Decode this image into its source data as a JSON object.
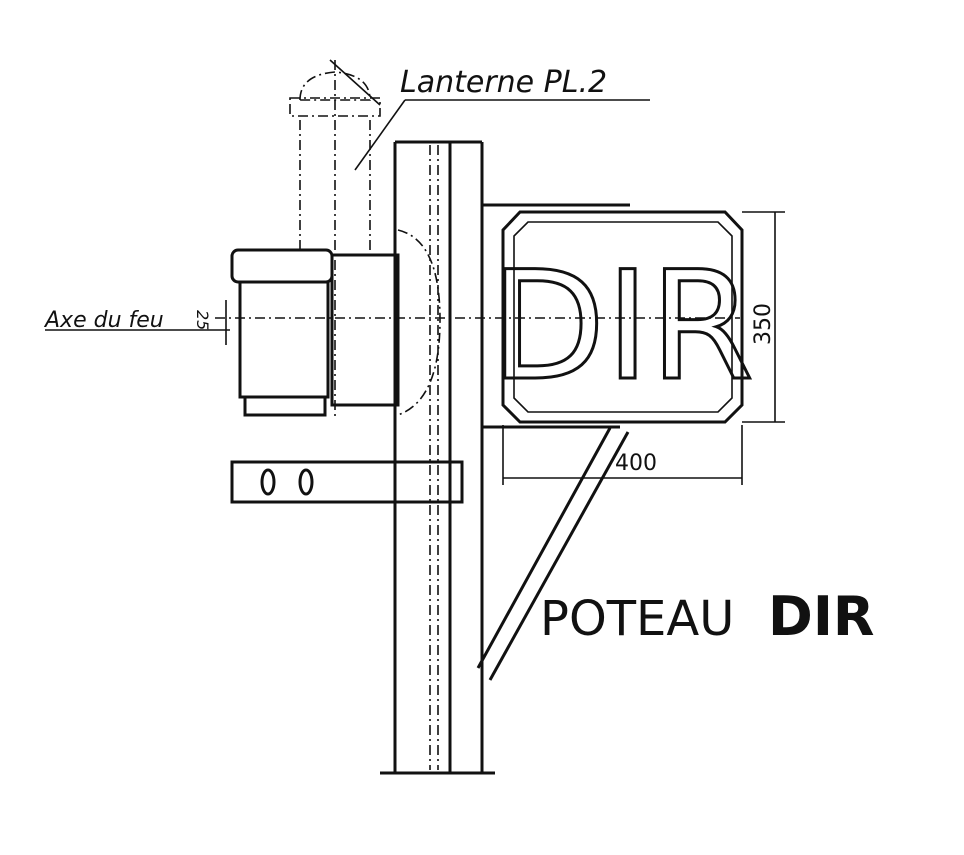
{
  "labels": {
    "lantern": "Lanterne PL.2",
    "light_axis": "Axe du feu",
    "light_axis_offset": "25",
    "sign_height": "350",
    "sign_width": "400",
    "sign_text": "DIR",
    "title_prefix": "POTEAU",
    "title_bold": "DIR"
  }
}
